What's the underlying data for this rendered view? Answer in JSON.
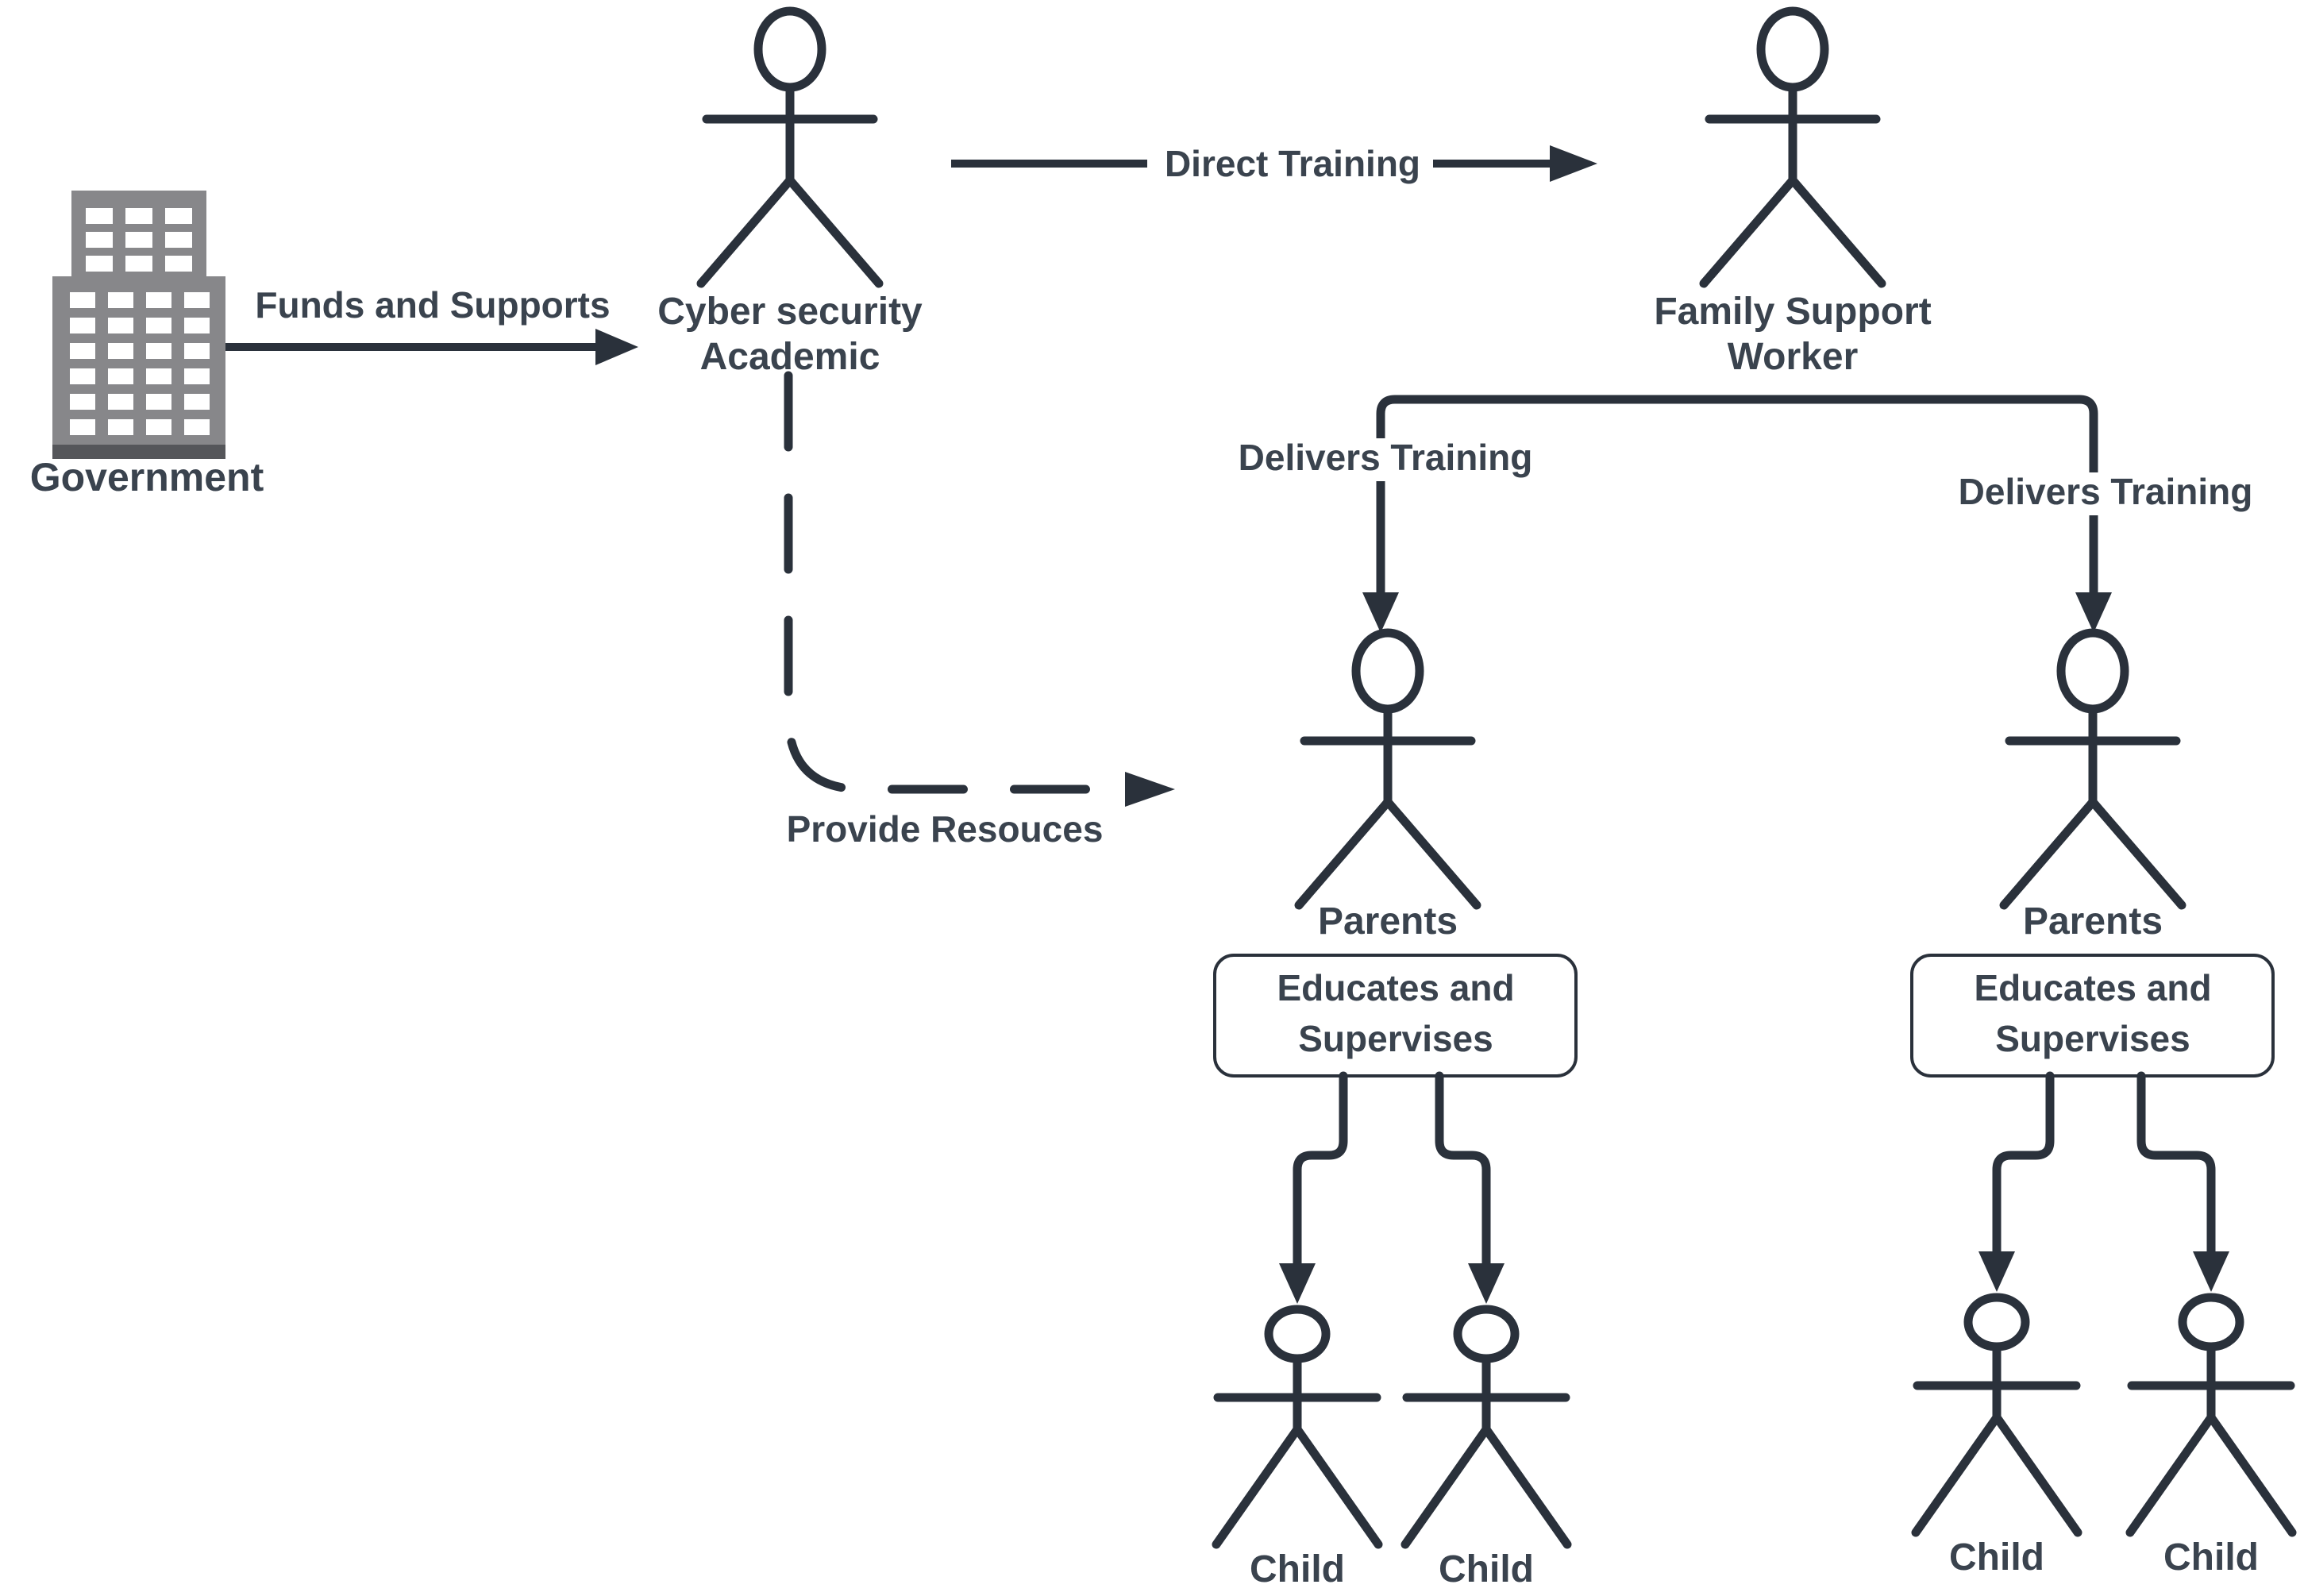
{
  "colors": {
    "background": "#ffffff",
    "line": "#2a313b",
    "text": "#3a434e",
    "building": "#87878a",
    "building_base": "#55565a",
    "window": "#ffffff",
    "box_fill": "#ffffff"
  },
  "nodes": {
    "government": {
      "type": "building-icon",
      "label": "Government"
    },
    "cyber_security_academic": {
      "type": "actor",
      "line1": "Cyber security",
      "line2": "Academic"
    },
    "family_support_worker": {
      "type": "actor",
      "line1": "Family Support",
      "line2": "Worker"
    },
    "parents_left": {
      "type": "actor",
      "label": "Parents"
    },
    "parents_right": {
      "type": "actor",
      "label": "Parents"
    },
    "educates_supervises_left": {
      "type": "process-box",
      "line1": "Educates and",
      "line2": "Supervises"
    },
    "educates_supervises_right": {
      "type": "process-box",
      "line1": "Educates and",
      "line2": "Supervises"
    },
    "child_left_1": {
      "type": "actor",
      "label": "Child"
    },
    "child_left_2": {
      "type": "actor",
      "label": "Child"
    },
    "child_right_1": {
      "type": "actor",
      "label": "Child"
    },
    "child_right_2": {
      "type": "actor",
      "label": "Child"
    }
  },
  "edges": {
    "funds_and_supports": {
      "label": "Funds and Supports",
      "from": "government",
      "to": "cyber_security_academic",
      "style": "solid-arrow"
    },
    "direct_training": {
      "label": "Direct Training",
      "from": "cyber_security_academic",
      "to": "family_support_worker",
      "style": "solid-arrow"
    },
    "delivers_training_left": {
      "label": "Delivers Training",
      "from": "family_support_worker",
      "to": "parents_left",
      "style": "solid-arrow"
    },
    "delivers_training_right": {
      "label": "Delivers Training",
      "from": "family_support_worker",
      "to": "parents_right",
      "style": "solid-arrow"
    },
    "provide_resources": {
      "label": "Provide Resouces",
      "from": "cyber_security_academic",
      "to": "parents_left",
      "style": "dashed-arrow"
    },
    "educates_left_child_1": {
      "from": "educates_supervises_left",
      "to": "child_left_1",
      "style": "solid-arrow"
    },
    "educates_left_child_2": {
      "from": "educates_supervises_left",
      "to": "child_left_2",
      "style": "solid-arrow"
    },
    "educates_right_child_1": {
      "from": "educates_supervises_right",
      "to": "child_right_1",
      "style": "solid-arrow"
    },
    "educates_right_child_2": {
      "from": "educates_supervises_right",
      "to": "child_right_2",
      "style": "solid-arrow"
    }
  }
}
